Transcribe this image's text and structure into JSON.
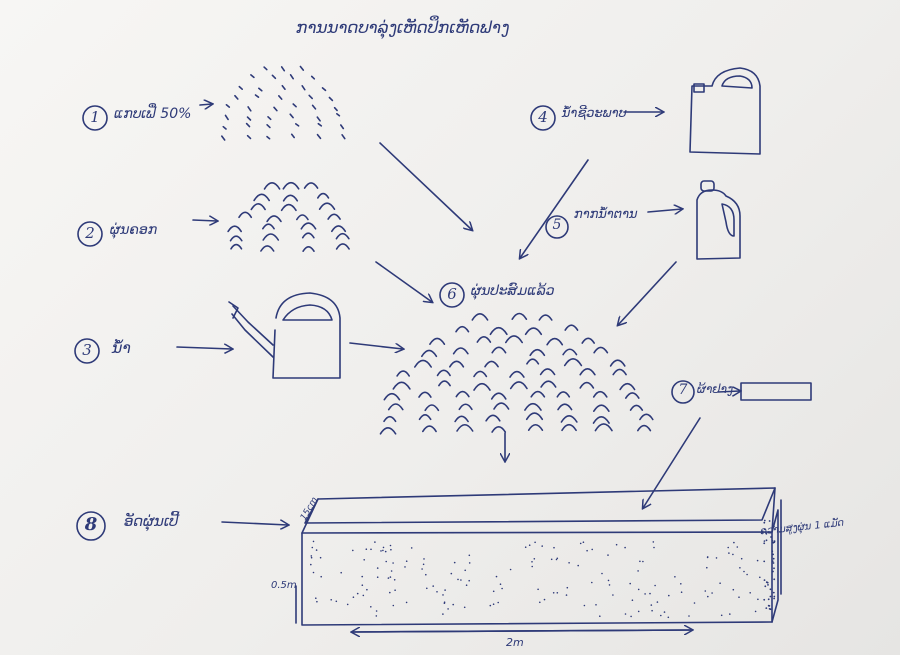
{
  "colors": {
    "ink": "#2e3a78",
    "paper": "#f4f3f1"
  },
  "title": "ການນາດບາລຸ່ງເຫັດປຶກເຫັດຟາງ",
  "steps": [
    {
      "num": "1",
      "label": "ແກບເຟື່ 50%",
      "icon": "rice-bran-heap-icon"
    },
    {
      "num": "2",
      "label": "ຜຸ່ນຄອກ",
      "icon": "compost-heap-icon"
    },
    {
      "num": "3",
      "label": "ນ້ຳ",
      "icon": "watering-can-icon"
    },
    {
      "num": "4",
      "label": "ນ້ຳຊີວະພາບ",
      "icon": "jerrycan-icon"
    },
    {
      "num": "5",
      "label": "ກາກນ້ຳຕານ",
      "icon": "bottle-icon"
    },
    {
      "num": "6",
      "label": "ຜຸ່ນປະສົມແລ້ວ",
      "icon": "mixed-heap-icon"
    },
    {
      "num": "7",
      "label": "ຜ້າຢາງ",
      "icon": "plastic-sheet-icon"
    },
    {
      "num": "8",
      "label": "ອັດຜຸ່ນເປີ້",
      "icon": "compost-bed-icon"
    }
  ],
  "dimensions": {
    "top": "15cm",
    "height": "0.5m",
    "length": "2m",
    "side_note": "ຄວາມສູງຜຸ່ນ 1 ແມັດ"
  }
}
